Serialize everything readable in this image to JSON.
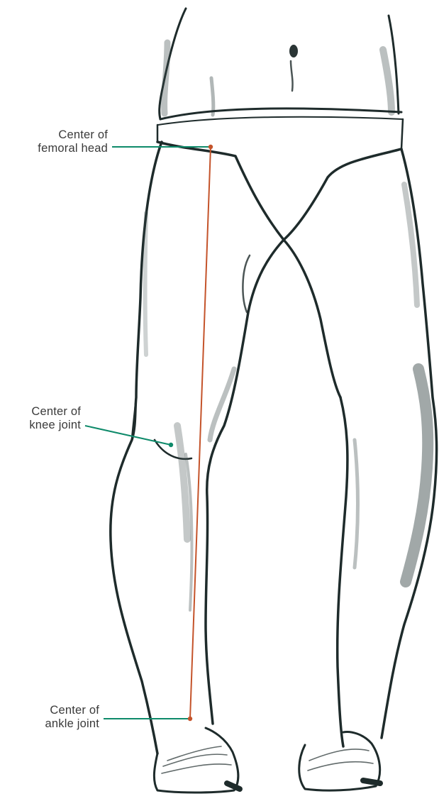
{
  "figure": {
    "subject": "front view of the lower body and legs, mechanical axis through the leg",
    "colors": {
      "outline": "#1e2b2b",
      "shading": "#3d4a4a",
      "leader_line": "#0e8a6a",
      "axis_line": "#c4532a",
      "text": "#3a3a3a"
    }
  },
  "labels": {
    "femoral_head": {
      "line1": "Center of",
      "line2": "femoral head"
    },
    "knee_joint": {
      "line1": "Center of",
      "line2": "knee joint"
    },
    "ankle_joint": {
      "line1": "Center of",
      "line2": "ankle joint"
    }
  }
}
